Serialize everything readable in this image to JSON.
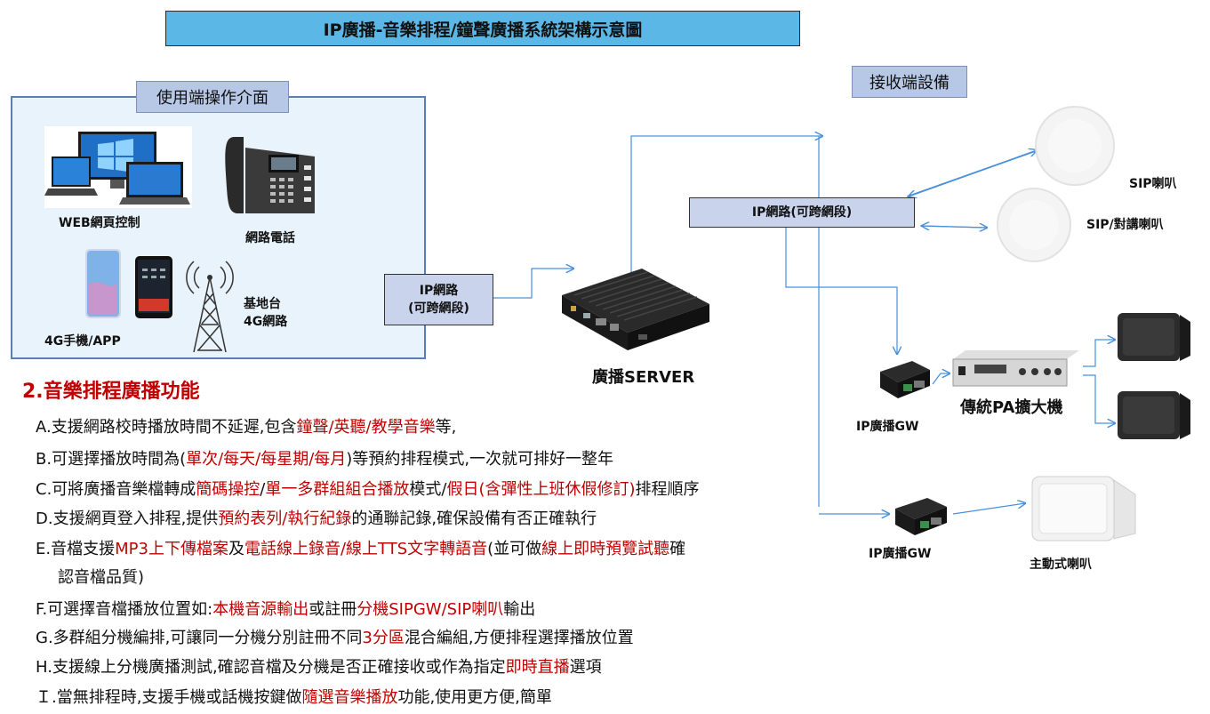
{
  "title": "IP廣播-音樂排程/鐘聲廣播系統架構示意圖",
  "user_panel": {
    "label": "使用端操作介面",
    "web_label": "WEB網頁控制",
    "phone_label": "網路電話",
    "mobile_label": "4G手機/APP",
    "tower_label_1": "基地台",
    "tower_label_2": "4G網路"
  },
  "network_left": {
    "line1": "IP網路",
    "line2": "(可跨網段)"
  },
  "server_label": "廣播SERVER",
  "network_right": {
    "label": "IP網路(可跨網段)"
  },
  "receiver": {
    "label": "接收端設備",
    "sip_speaker": "SIP喇叭",
    "sip_intercom": "SIP/對講喇叭",
    "gw1": "IP廣播GW",
    "pa_amp": "傳統PA擴大機",
    "gw2": "IP廣播GW",
    "active_speaker": "主動式喇叭"
  },
  "features": {
    "title": "2.音樂排程廣播功能",
    "A": [
      "A.支援網路校時播放時間不延遲,包含",
      "鐘聲/英聽/教學音樂",
      "等,"
    ],
    "B": [
      "B.可選擇播放時間為(",
      "單次/每天/每星期/每月",
      ")等預約排程模式,一次就可排好一整年"
    ],
    "C": [
      "C.可將廣播音樂檔轉成",
      "簡碼操控",
      "/",
      "單一多群組組合播放",
      "模式/",
      "假日(含彈性上班休假修訂)",
      "排程順序"
    ],
    "D": [
      "D.支援網頁登入排程,提供",
      "預約表列/執行紀錄",
      "的通聯記錄,確保設備有否正確執行"
    ],
    "E": [
      "E.音檔支援",
      "MP3上下傳檔案",
      "及",
      "電話線上錄音/線上TTS文字轉語音",
      "(並可做",
      "線上即時預覽試聽",
      "確"
    ],
    "E2": "認音檔品質)",
    "F": [
      "F.可選擇音檔播放位置如:",
      "本機音源輸出",
      "或註冊",
      "分機SIPGW/SIP喇叭",
      "輸出"
    ],
    "G": [
      "G.多群組分機編排,可讓同一分機分別註冊不同",
      "3分區",
      "混合編組,方便排程選擇播放位置"
    ],
    "H": [
      "H.支援線上分機廣播測試,確認音檔及分機是否正確接收或作為指定",
      "即時直播",
      "選項"
    ],
    "I": [
      "Ｉ.當無排程時,支援手機或話機按鍵做",
      "隨選音樂播放",
      "功能,使用更方便,簡單"
    ]
  },
  "colors": {
    "accent_red": "#c00000",
    "title_blue": "#5bb8e6",
    "label_blue": "#b7c7e6",
    "net_box": "#c9d3ec",
    "arrow": "#4a90d9"
  },
  "icons": [
    "computer-monitors-icon",
    "ip-phone-icon",
    "smartphone-icon",
    "cell-tower-icon",
    "mini-pc-server-icon",
    "ceiling-speaker-icon",
    "gateway-box-icon",
    "pa-amplifier-icon",
    "wall-speaker-icon"
  ]
}
